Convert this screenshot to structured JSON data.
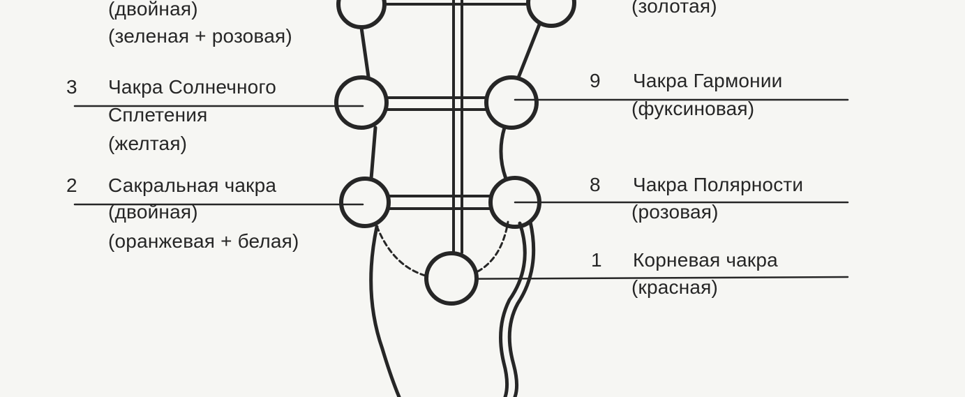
{
  "left_labels": {
    "heart_type": "(двойная)",
    "heart_color": "(зеленая + розовая)",
    "solar_number": "3",
    "solar_name_1": "Чакра Солнечного",
    "solar_name_2": "Сплетения",
    "solar_color": "(желтая)",
    "sacral_number": "2",
    "sacral_name": "Сакральная чакра",
    "sacral_type": "(двойная)",
    "sacral_color": "(оранжевая + белая)"
  },
  "right_labels": {
    "top_color": "(золотая)",
    "harmony_number": "9",
    "harmony_name": "Чакра Гармонии",
    "harmony_color": "(фуксиновая)",
    "polarity_number": "8",
    "polarity_name": "Чакра Полярности",
    "polarity_color": "(розовая)",
    "root_number": "1",
    "root_name": "Корневая чакра",
    "root_color": "(красная)"
  },
  "colors": {
    "ink": "#262626",
    "paper": "#f6f6f3"
  }
}
